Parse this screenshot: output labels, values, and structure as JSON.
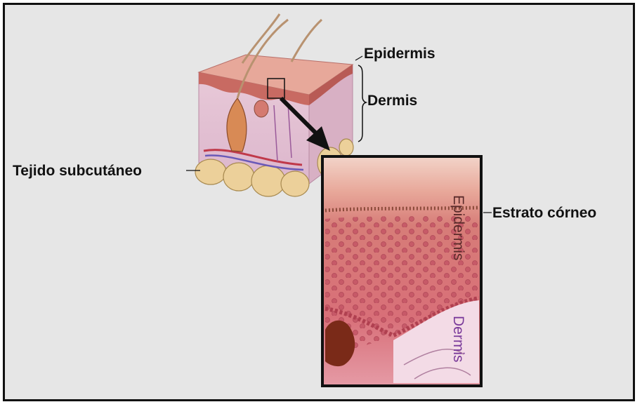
{
  "labels": {
    "epidermis_top": "Epidermis",
    "dermis_top": "Dermis",
    "subcutaneous": "Tejido subcutáneo",
    "stratum_corneum": "Estrato córneo",
    "epidermis_inset": "Epidermis",
    "dermis_inset": "Dermis"
  },
  "colors": {
    "background": "#e6e6e6",
    "epidermis": "#c97a72",
    "dermis": "#e6c4d6",
    "fat": "#e9cc95",
    "inset_dermis_label": "#7a3a9a",
    "inset_epidermis_label": "#5a2a2a"
  }
}
